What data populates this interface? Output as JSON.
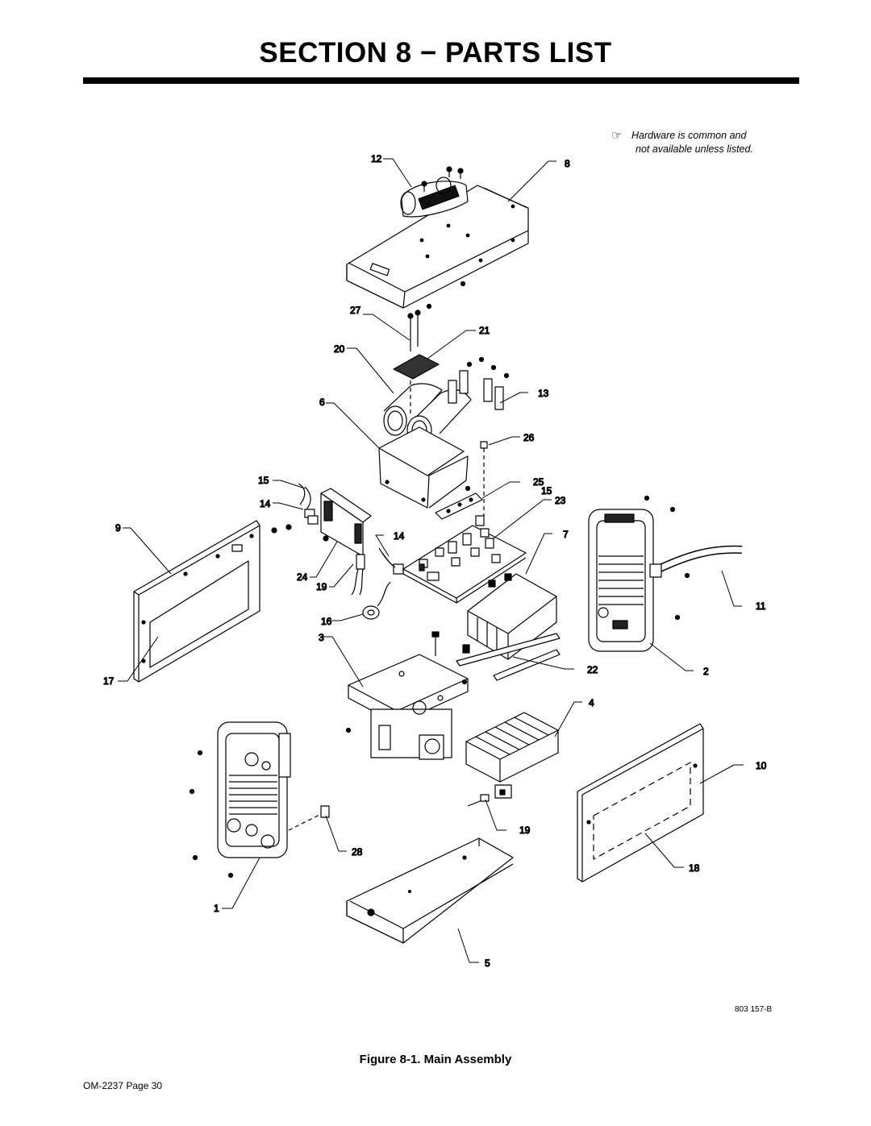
{
  "header": {
    "title": "SECTION 8 − PARTS LIST"
  },
  "note": {
    "icon": "pointing-hand-icon",
    "line1": "Hardware is common and",
    "line2": "not available unless listed."
  },
  "callouts": [
    "12",
    "8",
    "27",
    "21",
    "20",
    "13",
    "6",
    "26",
    "15",
    "25",
    "15",
    "23",
    "14",
    "9",
    "14",
    "7",
    "24",
    "19",
    "11",
    "16",
    "3",
    "2",
    "17",
    "22",
    "4",
    "10",
    "19",
    "28",
    "18",
    "1",
    "5"
  ],
  "drawing_number": "803 157-B",
  "caption": "Figure 8-1. Main Assembly",
  "footer": "OM-2237 Page 30"
}
